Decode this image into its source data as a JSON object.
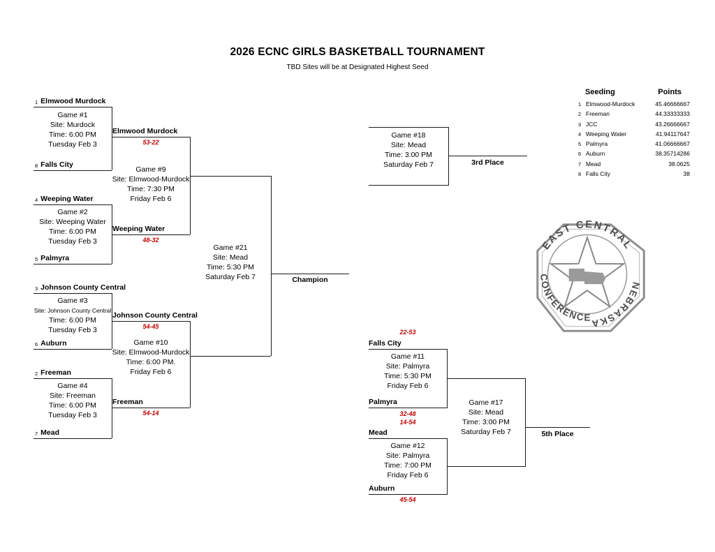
{
  "page": {
    "title": "2026 ECNC GIRLS BASKETBALL TOURNAMENT",
    "subtitle": "TBD Sites will be at Designated Highest Seed"
  },
  "colors": {
    "score_red": "#c00000",
    "line_black": "#1a1a1a",
    "logo_gray": "#8f8f8f"
  },
  "games": {
    "g1": {
      "top_seed": "1",
      "top_team": "Elmwood Murdock",
      "info": [
        "Game #1",
        "Site: Murdock",
        "Time: 6:00 PM",
        "Tuesday Feb 3"
      ],
      "bottom_seed": "8",
      "bottom_team": "Falls City"
    },
    "g2": {
      "top_seed": "4",
      "top_team": "Weeping Water",
      "info": [
        "Game #2",
        "Site: Weeping Water",
        "Time: 6:00 PM",
        "Tuesday Feb 3"
      ],
      "bottom_seed": "5",
      "bottom_team": "Palmyra"
    },
    "g3": {
      "top_seed": "3",
      "top_team": "Johnson County Central",
      "info": [
        "Game #3",
        "Site: Johnson County Central",
        "Time: 6:00 PM",
        "Tuesday Feb 3"
      ],
      "bottom_seed": "6",
      "bottom_team": "Auburn"
    },
    "g4": {
      "top_seed": "2",
      "top_team": "Freeman",
      "info": [
        "Game #4",
        "Site: Freeman",
        "Time: 6:00 PM",
        "Tuesday Feb 3"
      ],
      "bottom_seed": "7",
      "bottom_team": "Mead"
    },
    "g9": {
      "top_team": "Elmwood Murdock",
      "top_score": "53-22",
      "info": [
        "Game #9",
        "Site: Elmwood-Murdock",
        "Time: 7:30 PM",
        "Friday Feb 6"
      ],
      "bottom_team": "Weeping Water",
      "bottom_score": "48-32"
    },
    "g10": {
      "top_team": "Johnson County Central",
      "top_score": "54-45",
      "info": [
        "Game #10",
        "Site: Elmwood-Murdock",
        "Time: 6:00 PM.",
        "Friday Feb 6"
      ],
      "bottom_team": "Freeman",
      "bottom_score": "54-14"
    },
    "g21": {
      "info": [
        "Game #21",
        "Site: Mead",
        "Time: 5:30 PM",
        "Saturday Feb 7"
      ],
      "label": "Champion"
    },
    "g18": {
      "info": [
        "Game #18",
        "Site: Mead",
        "Time: 3:00 PM",
        "Saturday Feb 7"
      ],
      "label": "3rd Place"
    },
    "g11": {
      "top_score": "22-53",
      "top_team": "Falls City",
      "info": [
        "Game #11",
        "Site: Palmyra",
        "Time: 5:30 PM",
        "Friday Feb 6"
      ],
      "bottom_team": "Palmyra",
      "bottom_score": "32-48"
    },
    "g12": {
      "top_score": "14-54",
      "top_team": "Mead",
      "info": [
        "Game #12",
        "Site: Palmyra",
        "Time: 7:00 PM",
        "Friday Feb 6"
      ],
      "bottom_team": "Auburn",
      "bottom_score": "45-54"
    },
    "g17": {
      "info": [
        "Game #17",
        "Site: Mead",
        "Time: 3:00 PM",
        "Saturday Feb 7"
      ],
      "label": "5th Place"
    }
  },
  "seeding": {
    "header_seeding": "Seeding",
    "header_points": "Points",
    "rows": [
      {
        "seed": "1",
        "team": "Elmwood-Murdock",
        "points": "45.46666667"
      },
      {
        "seed": "2",
        "team": "Freeman",
        "points": "44.33333333"
      },
      {
        "seed": "3",
        "team": "JCC",
        "points": "43.26666667"
      },
      {
        "seed": "4",
        "team": "Weeping Water",
        "points": "41.94117647"
      },
      {
        "seed": "5",
        "team": "Palmyra",
        "points": "41.06666667"
      },
      {
        "seed": "6",
        "team": "Auburn",
        "points": "38.35714286"
      },
      {
        "seed": "7",
        "team": "Mead",
        "points": "38.0625"
      },
      {
        "seed": "8",
        "team": "Falls City",
        "points": "38"
      }
    ]
  },
  "logo": {
    "arc_top": "EAST CENTRAL",
    "arc_right": "NEBRASKA",
    "arc_left": "CONFERENCE"
  }
}
